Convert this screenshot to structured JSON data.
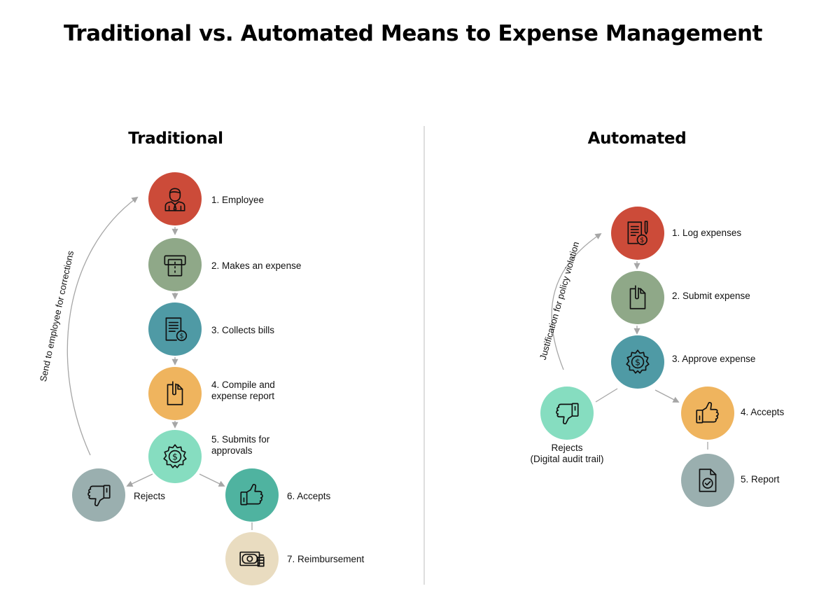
{
  "title": "Traditional vs. Automated Means to Expense Management",
  "traditional": {
    "heading": "Traditional",
    "loop_label": "Send to employee for corrections",
    "steps": [
      {
        "label": "1. Employee",
        "icon": "employee-icon",
        "color": "#cc4b39"
      },
      {
        "label": "2. Makes an expense",
        "icon": "card-machine-icon",
        "color": "#8fa888"
      },
      {
        "label": "3. Collects bills",
        "icon": "bill-icon",
        "color": "#4f9aa5"
      },
      {
        "label": "4. Compile and\nexpense report",
        "icon": "clipboard-icon",
        "color": "#efb45e"
      },
      {
        "label": "5. Submits for\napprovals",
        "icon": "gear-dollar-icon",
        "color": "#86ddc0"
      },
      {
        "label": "Rejects",
        "icon": "thumbs-down-icon",
        "color": "#9aafaf"
      },
      {
        "label": "6. Accepts",
        "icon": "thumbs-up-icon",
        "color": "#4fb3a0"
      },
      {
        "label": "7. Reimbursement",
        "icon": "money-icon",
        "color": "#e9dcc0"
      }
    ]
  },
  "automated": {
    "heading": "Automated",
    "loop_label": "Justification for policy violation",
    "steps": [
      {
        "label": "1. Log expenses",
        "icon": "log-expense-icon",
        "color": "#cc4b39"
      },
      {
        "label": "2. Submit expense",
        "icon": "clipboard-icon",
        "color": "#8fa888"
      },
      {
        "label": "3. Approve expense",
        "icon": "gear-dollar-icon",
        "color": "#4f9aa5"
      },
      {
        "label": "Rejects\n(Digital audit trail)",
        "icon": "thumbs-down-icon",
        "color": "#86ddc0"
      },
      {
        "label": "4. Accepts",
        "icon": "thumbs-up-icon",
        "color": "#efb45e"
      },
      {
        "label": "5. Report",
        "icon": "report-check-icon",
        "color": "#9aafaf"
      }
    ]
  },
  "colors": {
    "connector": "#a6a6a6",
    "divider": "#dedede",
    "icon_stroke": "#111111"
  }
}
